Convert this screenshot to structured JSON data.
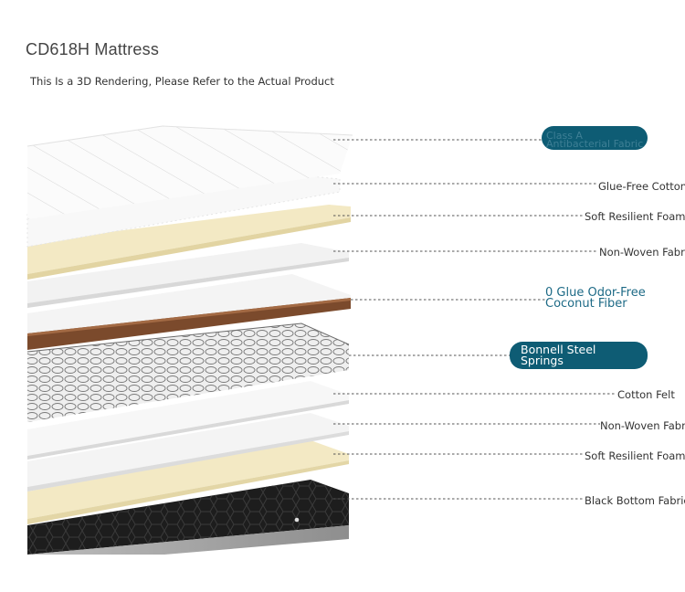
{
  "header": {
    "title": "CD618H Mattress",
    "subtitle": "This Is a 3D Rendering, Please Refer to the Actual Product"
  },
  "layers": {
    "top": "Class A Antibacterial Fabric",
    "glue_free_cotton": "Glue-Free Cotton",
    "soft_foam_1": "Soft Resilient Foam",
    "non_woven_1": "Non-Woven Fabric",
    "coconut_line1": "0 Glue Odor-Free",
    "coconut_line2": "Coconut Fiber",
    "springs_line1": "Bonnell Steel",
    "springs_line2": "Springs",
    "cotton_felt": "Cotton Felt",
    "non_woven_2": "Non-Woven Fabric",
    "soft_foam_2": "Soft Resilient Foam",
    "bottom": "Black Bottom Fabric"
  },
  "colors": {
    "accent": "#0e5c74",
    "accent_text": "#1d6a86",
    "foam": "#f3e9c4",
    "coconut": "#7b4a2c"
  }
}
